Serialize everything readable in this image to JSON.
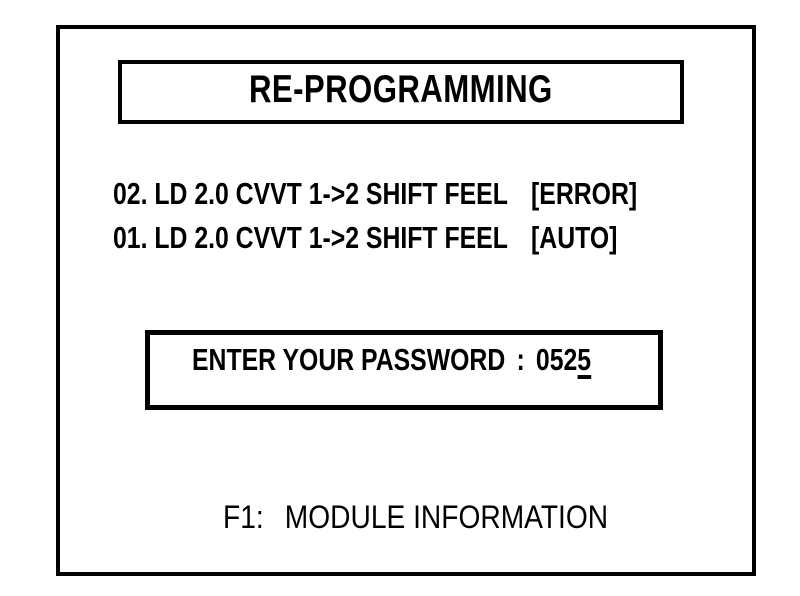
{
  "screen": {
    "background": "#ffffff",
    "foreground": "#000000"
  },
  "title_box": {
    "title": "RE-PROGRAMMING"
  },
  "menu": {
    "items": [
      {
        "label": "02. LD 2.0 CVVT 1->2 SHIFT FEEL",
        "status": "[ERROR]"
      },
      {
        "label": "01. LD 2.0 CVVT 1->2 SHIFT FEEL",
        "status": "[AUTO]"
      }
    ]
  },
  "password_box": {
    "label": "ENTER YOUR PASSWORD",
    "separator": ":",
    "value_typed": "052",
    "value_cursor": "5"
  },
  "footer": {
    "key_label": "F1:",
    "action": "MODULE INFORMATION"
  }
}
